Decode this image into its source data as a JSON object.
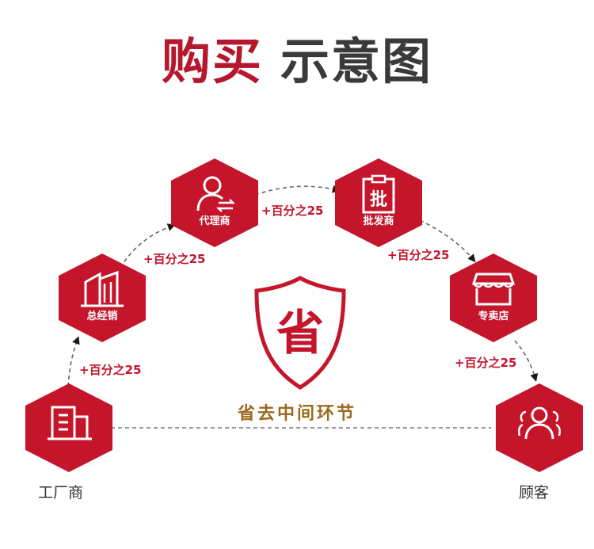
{
  "title": {
    "part1": "购买",
    "part2": "示意图"
  },
  "nodes": {
    "factory": {
      "label": "工厂商",
      "icon": "factory-building-icon"
    },
    "distributor": {
      "label": "总经销",
      "icon": "buildings-icon"
    },
    "agent": {
      "label": "代理商",
      "icon": "person-exchange-icon"
    },
    "wholesaler": {
      "label": "批发商",
      "icon": "wholesale-clipboard-icon"
    },
    "store": {
      "label": "专卖店",
      "icon": "storefront-icon"
    },
    "customer": {
      "label": "顾客",
      "icon": "group-people-icon"
    }
  },
  "markups": [
    {
      "text": "+百分之25"
    },
    {
      "text": "+百分之25"
    },
    {
      "text": "+百分之25"
    },
    {
      "text": "+百分之25"
    },
    {
      "text": "+百分之25"
    }
  ],
  "center": {
    "badge_char": "省",
    "slogan": "省去中间环节",
    "icon": "shield-icon"
  },
  "colors": {
    "primary": "#c4152b",
    "slogan": "#9a6a1c",
    "title_dark": "#3a3a3a"
  }
}
